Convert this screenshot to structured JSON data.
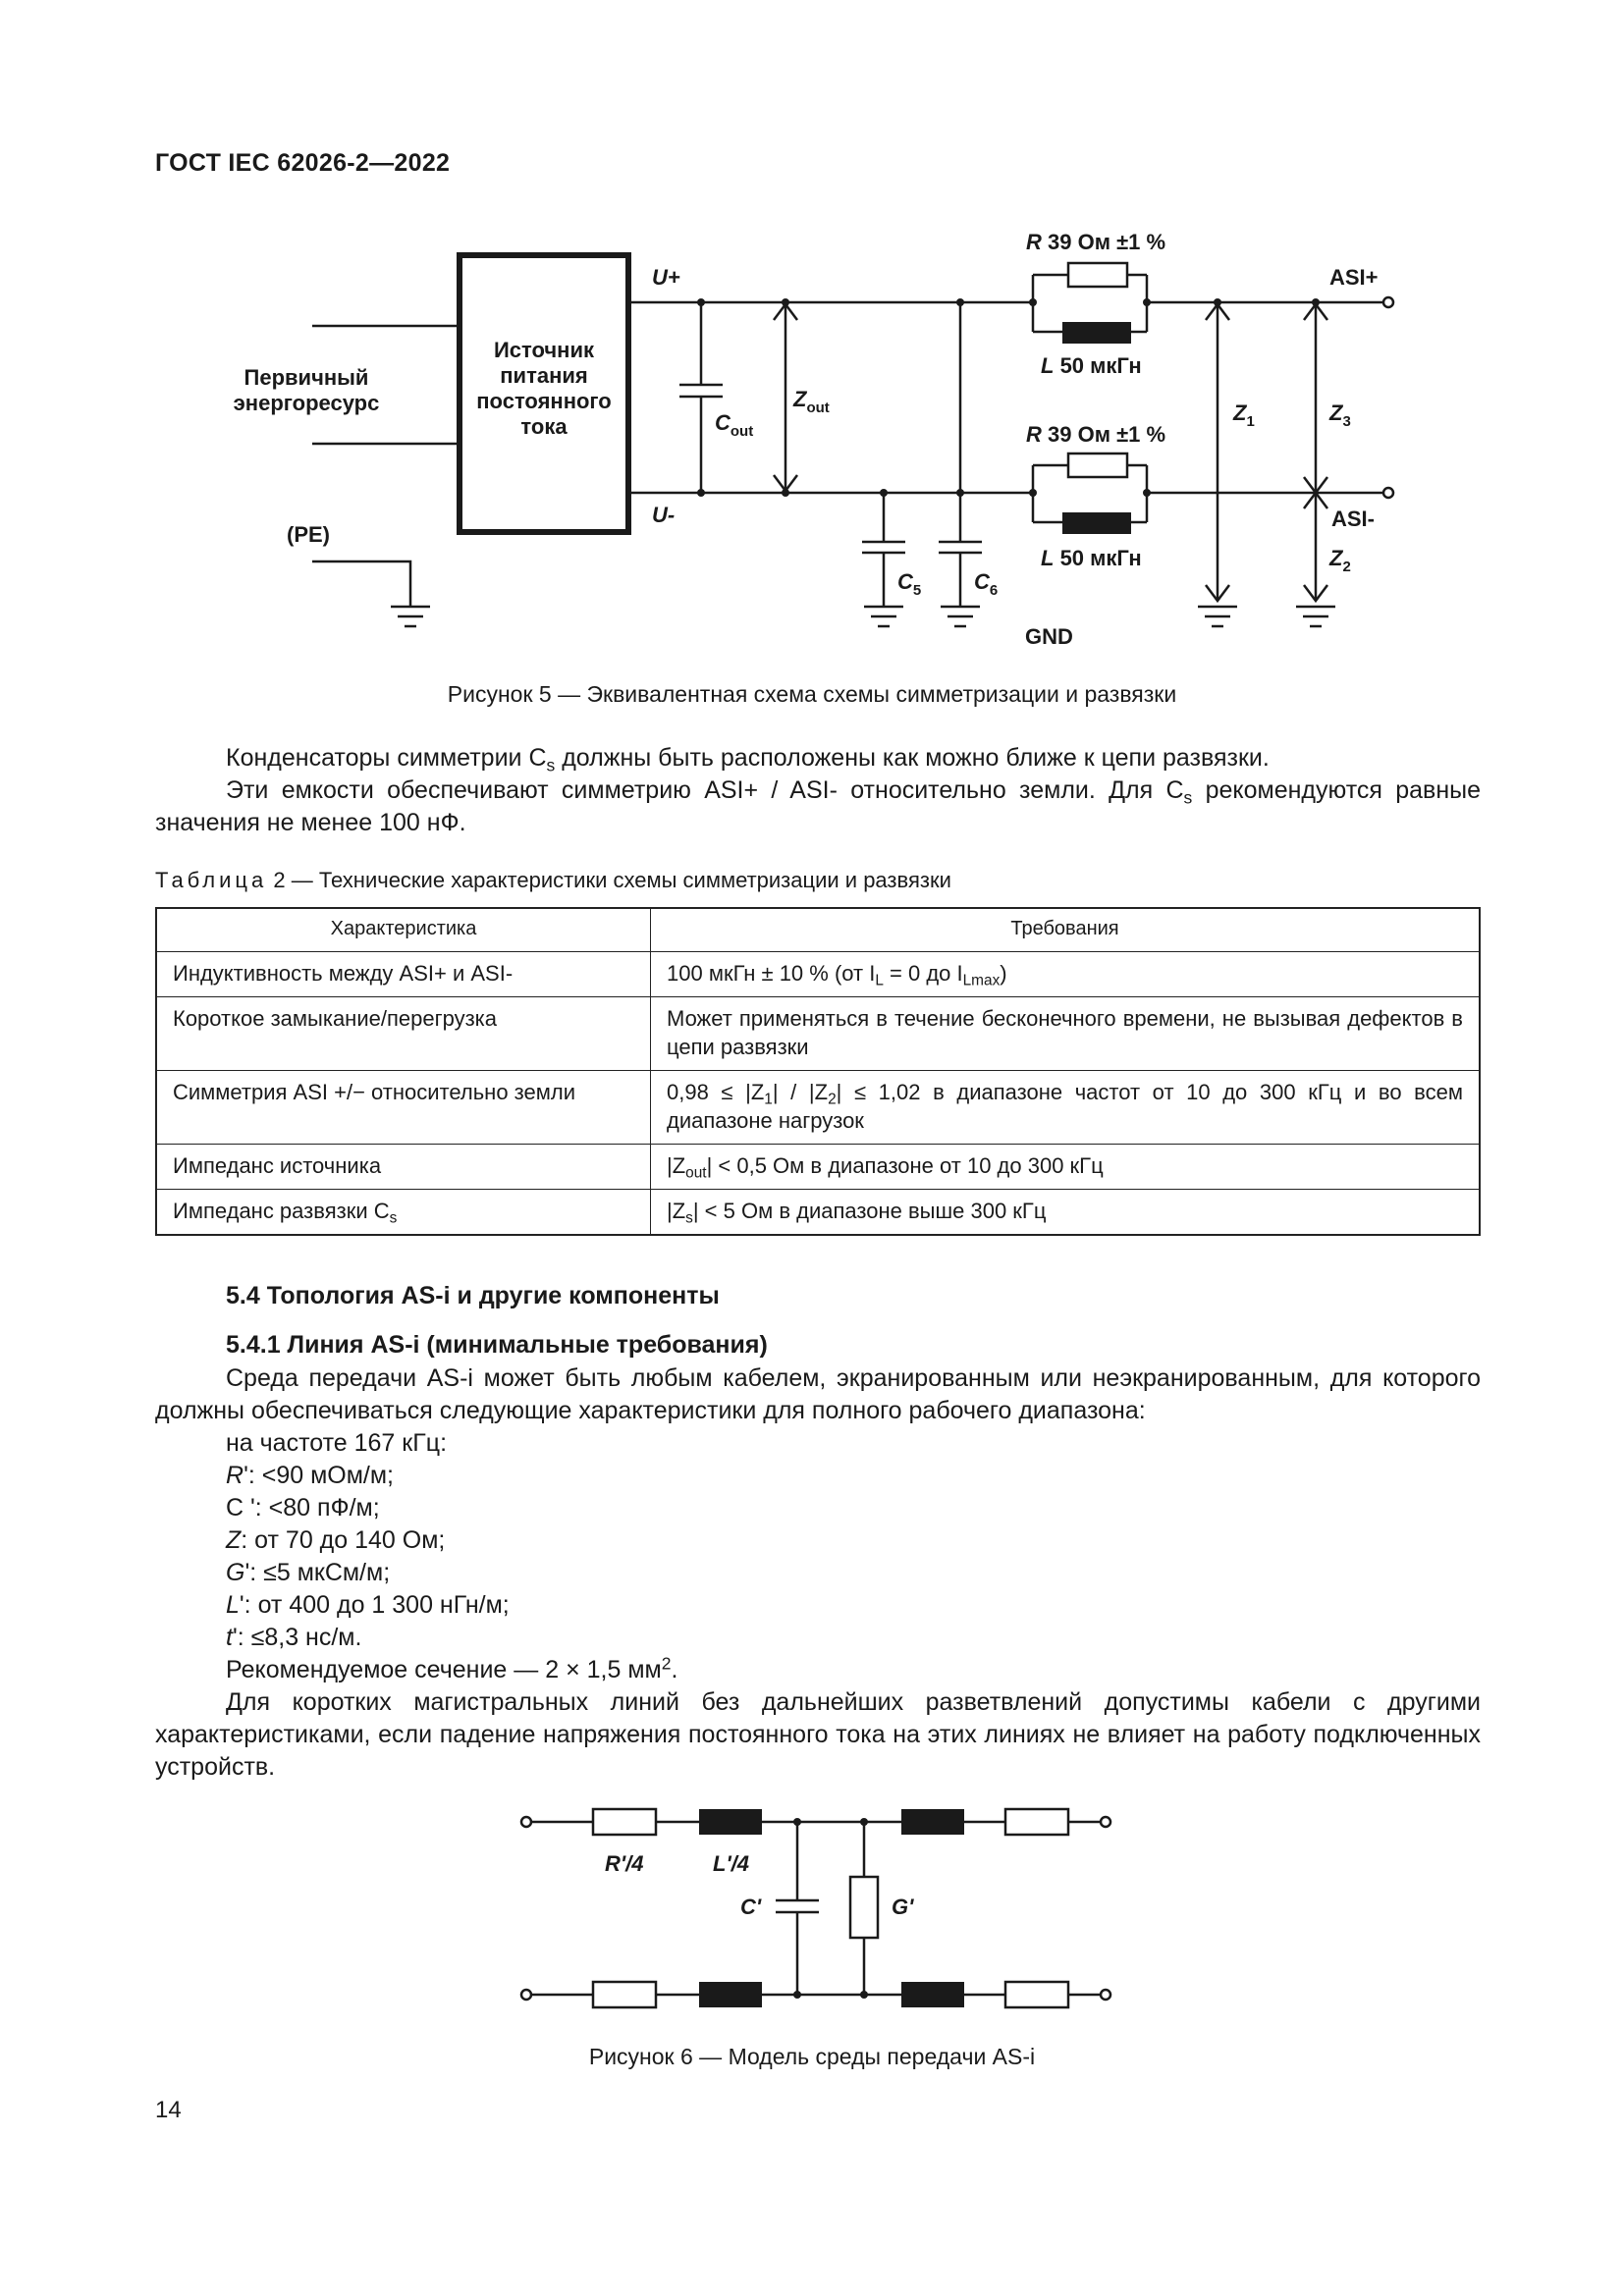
{
  "header": {
    "doc_id": "ГОСТ IEC 62026-2—2022"
  },
  "figure5": {
    "primary_line1": "Первичный",
    "primary_line2": "энергоресурс",
    "psu_line1": "Источник",
    "psu_line2": "питания",
    "psu_line3": "постоянного",
    "psu_line4": "тока",
    "u_plus": "U+",
    "u_minus": "U-",
    "pe": "(PE)",
    "cout_main": "C",
    "cout_sub": "out",
    "zout_main": "Z",
    "zout_sub": "out",
    "r_top_italic": "R",
    "r_top_text": " 39 Ом ±1 %",
    "l_top_italic": "L",
    "l_top_text": " 50 мкГн",
    "r_bot_italic": "R",
    "r_bot_text": " 39 Ом ±1 %",
    "l_bot_italic": "L",
    "l_bot_text": " 50 мкГн",
    "asi_plus": "ASI+",
    "asi_minus": "ASI-",
    "z1_main": "Z",
    "z1_sub": "1",
    "z2_main": "Z",
    "z2_sub": "2",
    "z3_main": "Z",
    "z3_sub": "3",
    "c5_main": "C",
    "c5_sub": "5",
    "c6_main": "C",
    "c6_sub": "6",
    "gnd": "GND",
    "caption": "Рисунок 5 — Эквивалентная схема схемы симметризации и развязки"
  },
  "para1": {
    "a": "Конденсаторы симметрии C",
    "a_sub": "s",
    "b": " должны быть расположены как можно ближе к цепи развязки.",
    "c": "Эти емкости обеспечивают симметрию ASI+ / ASI- относительно земли. Для C",
    "c_sub": "s",
    "d": " рекомендуются равные значения не менее 100 нФ."
  },
  "table2": {
    "caption_word": "Таблица",
    "caption_rest": " 2 — Технические характеристики схемы симметризации и развязки",
    "head_char": "Характеристика",
    "head_req": "Требования",
    "r1_char": "Индуктивность между ASI+ и ASI-",
    "r1_req_a": "100 мкГн ± 10 % (от I",
    "r1_req_sub1": "L",
    "r1_req_b": " = 0 до I",
    "r1_req_sub2": "Lmax",
    "r1_req_c": ")",
    "r2_char": "Короткое замыкание/перегрузка",
    "r2_req": "Может применяться в течение бесконечного времени, не вызывая дефектов в цепи развязки",
    "r3_char": "Симметрия ASI +/− относительно земли",
    "r3_req_a": "0,98 ≤ |Z",
    "r3_req_sub1": "1",
    "r3_req_b": "| / |Z",
    "r3_req_sub2": "2",
    "r3_req_c": "| ≤ 1,02 в диапазоне частот от 10 до 300 кГц и во всем диапазоне нагрузок",
    "r4_char": "Импеданс источника",
    "r4_req_a": "|Z",
    "r4_req_sub": "out",
    "r4_req_b": "| < 0,5 Ом в диапазоне от 10 до 300 кГц",
    "r5_char_a": "Импеданс развязки C",
    "r5_char_sub": "s",
    "r5_req_a": "|Z",
    "r5_req_sub": "s",
    "r5_req_b": "| < 5 Ом в диапазоне выше 300 кГц"
  },
  "sec54": {
    "title": "5.4 Топология AS-i и другие компоненты"
  },
  "sec541": {
    "title": "5.4.1 Линия AS-i (минимальные требования)",
    "intro": "Среда передачи AS-i может быть любым кабелем, экранированным или неэкранированным, для которого должны обеспечиваться следующие характеристики для полного рабочего диапазона:",
    "freq": "на частоте 167 кГц:",
    "l1_sym": "R",
    "l1_txt": "': <90 мОм/м;",
    "l2_sym": "C",
    "l2_txt": " ': <80 пФ/м;",
    "l3_sym": "Z",
    "l3_txt": ": от 70 до 140 Ом;",
    "l4_sym": "G",
    "l4_txt": "': ≤5 мкСм/м;",
    "l5_sym": "L",
    "l5_txt": "': от 400 до 1 300 нГн/м;",
    "l6_sym": "t",
    "l6_txt": "': ≤8,3 нс/м.",
    "rec_a": "Рекомендуемое сечение — 2 × 1,5 мм",
    "rec_sup": "2",
    "rec_b": ".",
    "short": "Для коротких магистральных линий без дальнейших разветвлений допустимы кабели с другими характеристиками, если падение напряжения постоянного тока на этих линиях не влияет на работу подключенных устройств."
  },
  "figure6": {
    "r_label": "R'/4",
    "l_label": "L'/4",
    "c_label": "C'",
    "g_label": "G'",
    "caption": "Рисунок 6 — Модель среды передачи AS-i"
  },
  "footer": {
    "page_number": "14"
  }
}
